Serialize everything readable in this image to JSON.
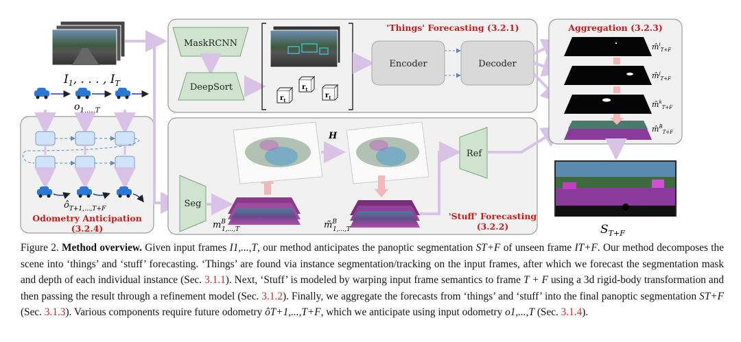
{
  "figure": {
    "inputs_label": "I1, . . . , IT",
    "odometry_input_label": "o1,...,T",
    "odometry_pred_label": "ô T+1,...,T+F",
    "odometry_title_line1": "Odometry Anticipation",
    "odometry_title_line2": "(3.2.4)",
    "maskrcnn_label": "MaskRCNN",
    "deepsort_label": "DeepSort",
    "things_title": "'Things' Forecasting (3.2.1)",
    "encoder_label": "Encoder",
    "decoder_label": "Decoder",
    "aggregation_title": "Aggregation (3.2.3)",
    "mask_labels": [
      "m̂ i T+F",
      "m̂ j T+F",
      "m̂ k T+F",
      "m̂ B T+F"
    ],
    "seg_label": "Seg",
    "h_label": "H",
    "ref_label": "Ref",
    "stuff_title_line1": "'Stuff' Forecasting",
    "stuff_title_line2": "(3.2.2)",
    "m_b_label": "m B 1,...,T",
    "m_tilde_label": "m̃ B 1,...,T",
    "output_label": "S T+F",
    "instance_labels": [
      "r t i",
      "r t j",
      "r t k"
    ]
  },
  "caption": {
    "fig_number": "Figure 2.",
    "bold_title": "Method overview.",
    "s1": " Given input frames ",
    "s1_math": "I1,...,T",
    "s2": ", our method anticipates the panoptic segmentation ",
    "s2_math": "ST+F",
    "s3": " of unseen frame ",
    "s3_math": "IT+F",
    "s4": ". Our method decomposes the scene into ‘things’ and ‘stuff’ forecasting. ‘Things’ are found via instance segmentation/tracking on the input frames, after which we forecast the segmentation mask and depth of each individual instance (Sec. ",
    "ref1": "3.1.1",
    "s5": "). Next, ‘Stuff’ is modeled by warping input frame semantics to frame ",
    "s5_math": "T + F",
    "s6": " using a 3d rigid-body transformation and then passing the result through a refinement model (Sec. ",
    "ref2": "3.1.2",
    "s7": "). Finally, we aggregate the forecasts from ‘things’ and ‘stuff’ into the final panoptic segmentation ",
    "s7_math": "ST+F",
    "s8": " (Sec. ",
    "ref3": "3.1.3",
    "s9": "). Various components require future odometry ",
    "s9_math": "ôT+1,...,T+F",
    "s10": ", which we anticipate using input odometry ",
    "s10_math": "o1,...,T",
    "s11": " (Sec. ",
    "ref4": "3.1.4",
    "s12": ")."
  },
  "colors": {
    "panel_bg": "#f1f1f1",
    "panel_border": "#9a9a9a",
    "green_box": "#cfe3cf",
    "green_border": "#7aa87a",
    "gray_box": "#d9d9d9",
    "red_text": "#d01818",
    "lavender_arrow": "#d8c2e6",
    "pink_arrow": "#f2b8b8",
    "blue_node": "#cfe3fb",
    "car_blue": "#2a78d6"
  }
}
